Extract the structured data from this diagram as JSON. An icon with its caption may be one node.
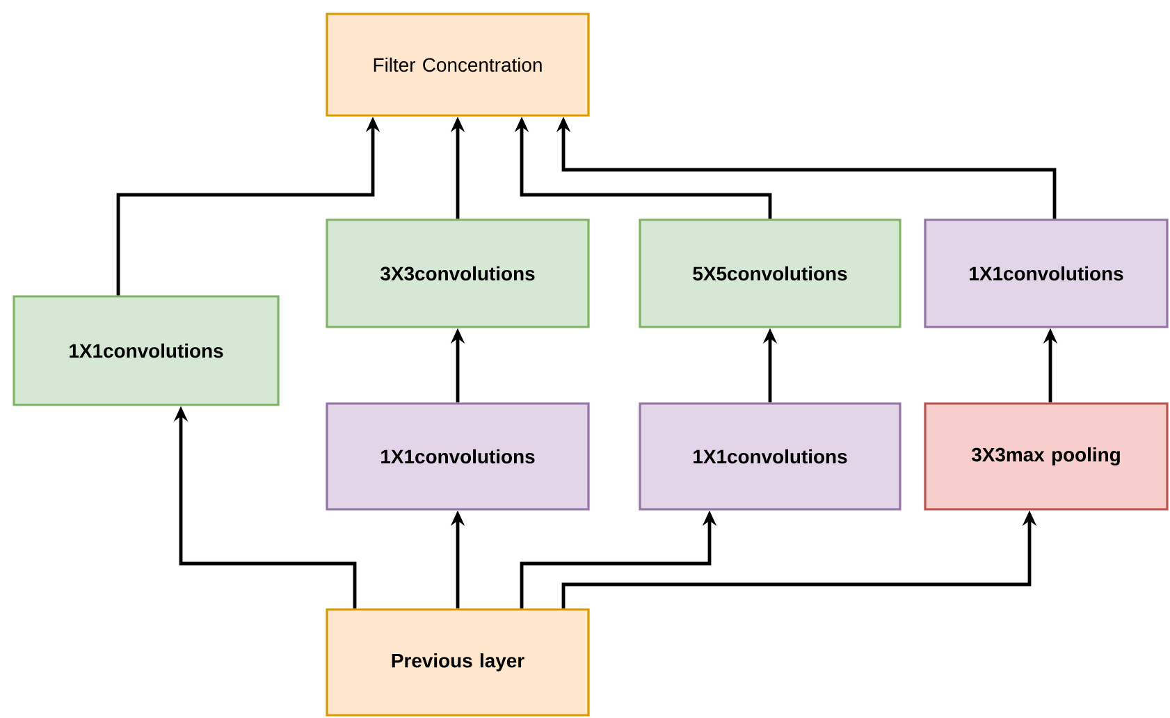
{
  "diagram": {
    "nodes": [
      {
        "text": [
          "Filter Concentration"
        ]
      },
      {
        "text": [
          "3X3convolutions"
        ]
      },
      {
        "text": [
          "5X5convolutions"
        ]
      },
      {
        "text": [
          "1X1convolutions"
        ]
      },
      {
        "text": [
          "1X1convolutions"
        ]
      },
      {
        "text": [
          "1X1convolutions"
        ]
      },
      {
        "text": [
          "1X1convolutions"
        ]
      },
      {
        "text": [
          "3X3max pooling"
        ]
      },
      {
        "text": [
          "Previous layer"
        ]
      }
    ],
    "edges": [
      {
        "from": 8,
        "to": 4,
        "arrow": "to"
      },
      {
        "from": 8,
        "to": 5,
        "arrow": "to"
      },
      {
        "from": 8,
        "to": 6,
        "arrow": "to"
      },
      {
        "from": 8,
        "to": 7,
        "arrow": "to"
      },
      {
        "from": 5,
        "to": 1,
        "arrow": "to"
      },
      {
        "from": 6,
        "to": 2,
        "arrow": "to"
      },
      {
        "from": 7,
        "to": 3,
        "arrow": "to"
      },
      {
        "from": 4,
        "to": 0,
        "arrow": "to"
      },
      {
        "from": 1,
        "to": 0,
        "arrow": "to"
      },
      {
        "from": 2,
        "to": 0,
        "arrow": "to"
      },
      {
        "from": 3,
        "to": 0,
        "arrow": "to"
      }
    ]
  }
}
